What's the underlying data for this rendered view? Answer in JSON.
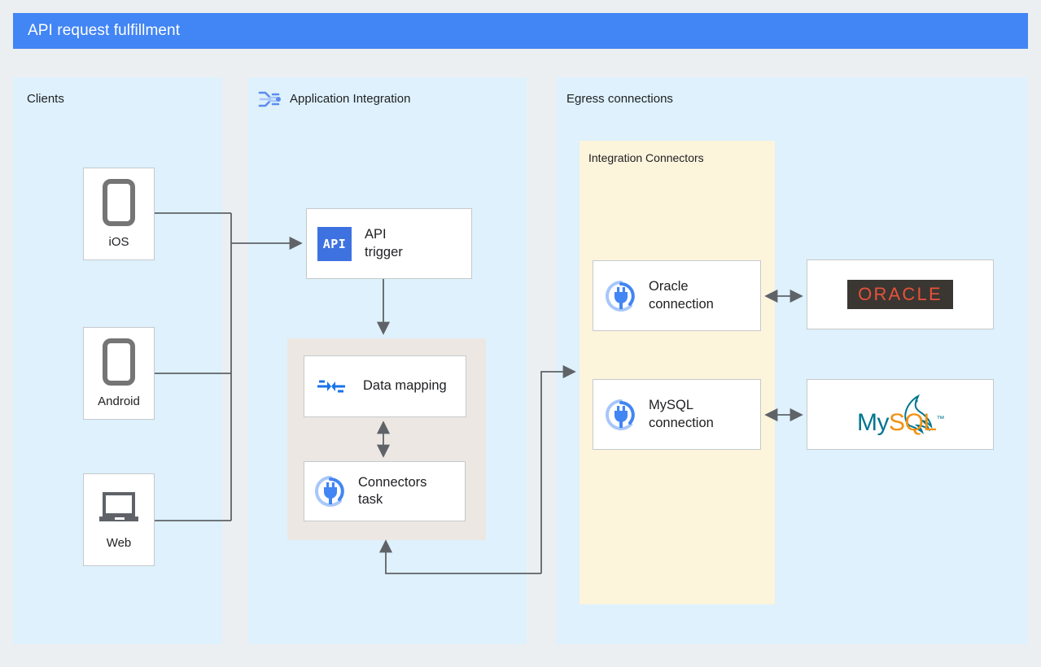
{
  "header": {
    "title": "API request fulfillment",
    "background": "#4285F4"
  },
  "colors": {
    "page_background": "#ECEFF1",
    "panel_blue": "#DEF1FC",
    "panel_cream": "#FDF4DC",
    "mapping_region": "#EDE7E3",
    "accent_blue": "#3E72E0",
    "connector_line": "#5F6368",
    "oracle_red": "#E8523A",
    "oracle_dark": "#3A3632",
    "mysql_teal": "#00758F",
    "mysql_orange": "#F29111"
  },
  "panels": {
    "clients": {
      "label": "Clients"
    },
    "application_integration": {
      "label": "Application Integration",
      "icon": "application-integration-logo"
    },
    "egress": {
      "label": "Egress connections"
    },
    "integration_connectors": {
      "label": "Integration Connectors"
    }
  },
  "clients": [
    {
      "label": "iOS",
      "icon": "phone-icon"
    },
    {
      "label": "Android",
      "icon": "phone-icon"
    },
    {
      "label": "Web",
      "icon": "laptop-icon"
    }
  ],
  "integration_nodes": {
    "api_trigger": {
      "label": "API\ntrigger",
      "line1": "API",
      "line2": "trigger",
      "icon": "api-icon"
    },
    "data_mapping": {
      "label": "Data mapping",
      "icon": "data-mapping-icon"
    },
    "connectors_task": {
      "line1": "Connectors",
      "line2": "task",
      "icon": "connector-plug-icon"
    }
  },
  "connections": [
    {
      "line1": "Oracle",
      "line2": "connection",
      "icon": "connector-plug-icon"
    },
    {
      "line1": "MySQL",
      "line2": "connection",
      "icon": "connector-plug-icon"
    }
  ],
  "datasources": [
    {
      "name": "ORACLE",
      "icon": "oracle-logo"
    },
    {
      "name": "MySQL",
      "icon": "mysql-logo",
      "word_my": "My",
      "word_sql": "SQL",
      "tm": "™"
    }
  ]
}
